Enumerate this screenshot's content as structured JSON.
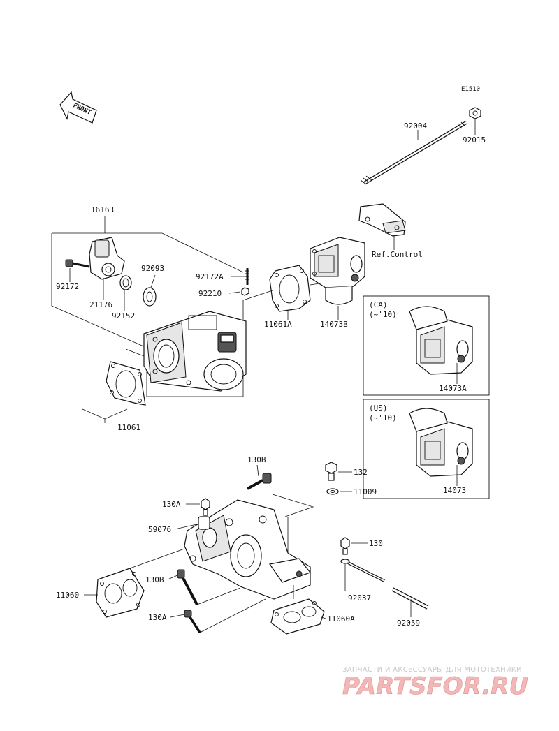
{
  "diagram_code": "E1510",
  "front_label": "FRONT",
  "ref_control": "Ref.Control",
  "parts": {
    "p92004": "92004",
    "p92015": "92015",
    "p16163": "16163",
    "p92172": "92172",
    "p21176": "21176",
    "p92152": "92152",
    "p92093": "92093",
    "p92172A": "92172A",
    "p92210": "92210",
    "p11061A": "11061A",
    "p14073B": "14073B",
    "p11061": "11061",
    "p14073A": "14073A",
    "p14073": "14073",
    "p130B_top": "130B",
    "p132": "132",
    "p11009": "11009",
    "p130A_top": "130A",
    "p59076": "59076",
    "p130": "130",
    "p11060": "11060",
    "p130B_bot": "130B",
    "p92037": "92037",
    "p130A_bot": "130A",
    "p11060A": "11060A",
    "p92059": "92059"
  },
  "variants": {
    "ca_line1": "(CA)",
    "ca_line2": "(~'10)",
    "us_line1": "(US)",
    "us_line2": "(~'10)"
  },
  "watermark": {
    "top_text": "ЗАПЧАСТИ И АКСЕССУАРЫ ДЛЯ МОТОТЕХНИКИ",
    "logo_text": "PARTSFOR.RU"
  }
}
